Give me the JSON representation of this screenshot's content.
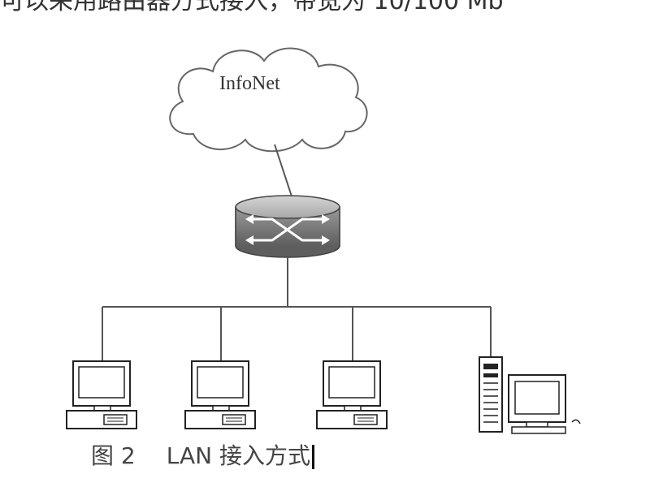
{
  "header_text": "可以采用路由器方式接入，带宽为 10/100 Mb",
  "diagram": {
    "cloud_label": "InfoNet",
    "icons": {
      "cloud": "cloud-icon",
      "router": "router-icon",
      "workstation": "computer-icon",
      "server": "server-icon"
    },
    "colors": {
      "router_top": "#b8b8b8",
      "router_body": "#7a7a7a",
      "line": "#555555"
    }
  },
  "caption": {
    "figure_number": "图 2",
    "title": "LAN 接入方式"
  }
}
